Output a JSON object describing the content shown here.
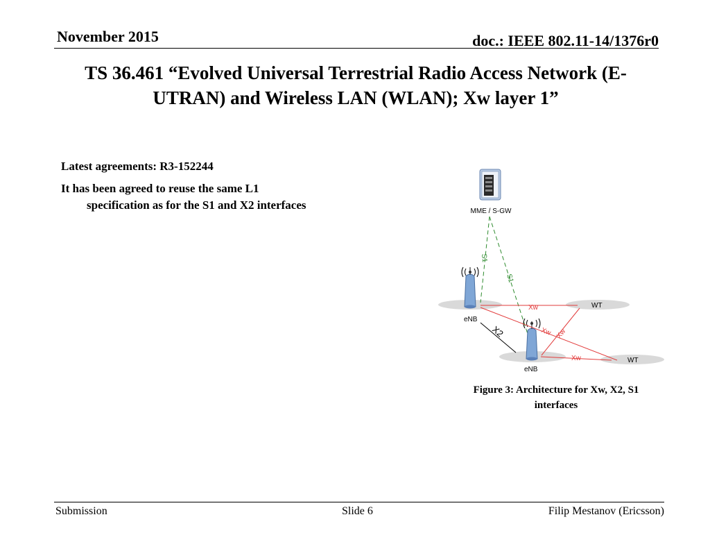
{
  "header": {
    "date": "November 2015",
    "doc": "doc.: IEEE 802.11-14/1376r0"
  },
  "title": {
    "line1": "TS 36.461 “Evolved Universal Terrestrial Radio Access Network (E-",
    "line2": "UTRAN) and Wireless LAN (WLAN); Xw layer 1”"
  },
  "body": {
    "agreements": "Latest agreements: R3-152244",
    "text": "It has been agreed to reuse the same L1 specification as for the S1 and X2 interfaces"
  },
  "diagram": {
    "mme_label": "MME / S-GW",
    "enb1_label": "eNB",
    "enb2_label": "eNB",
    "wt1_label": "WT",
    "wt2_label": "WT",
    "s1_label_left": "S1",
    "s1_label_right": "S1",
    "x2_label": "X2",
    "xw_top": "Xw",
    "xw_mid": "Xw",
    "xw_diag": "Xw",
    "xw_bottom": "Xw",
    "colors": {
      "s1": "#2e8b2e",
      "xw": "#e23b3b",
      "x2": "#000000",
      "ellipse": "#d9d9d9",
      "antenna": "#7fa6d6"
    }
  },
  "caption": {
    "line1": "Figure 3: Architecture for Xw, X2, S1",
    "line2": "interfaces"
  },
  "footer": {
    "left": "Submission",
    "center": "Slide 6",
    "right": "Filip Mestanov (Ericsson)"
  }
}
